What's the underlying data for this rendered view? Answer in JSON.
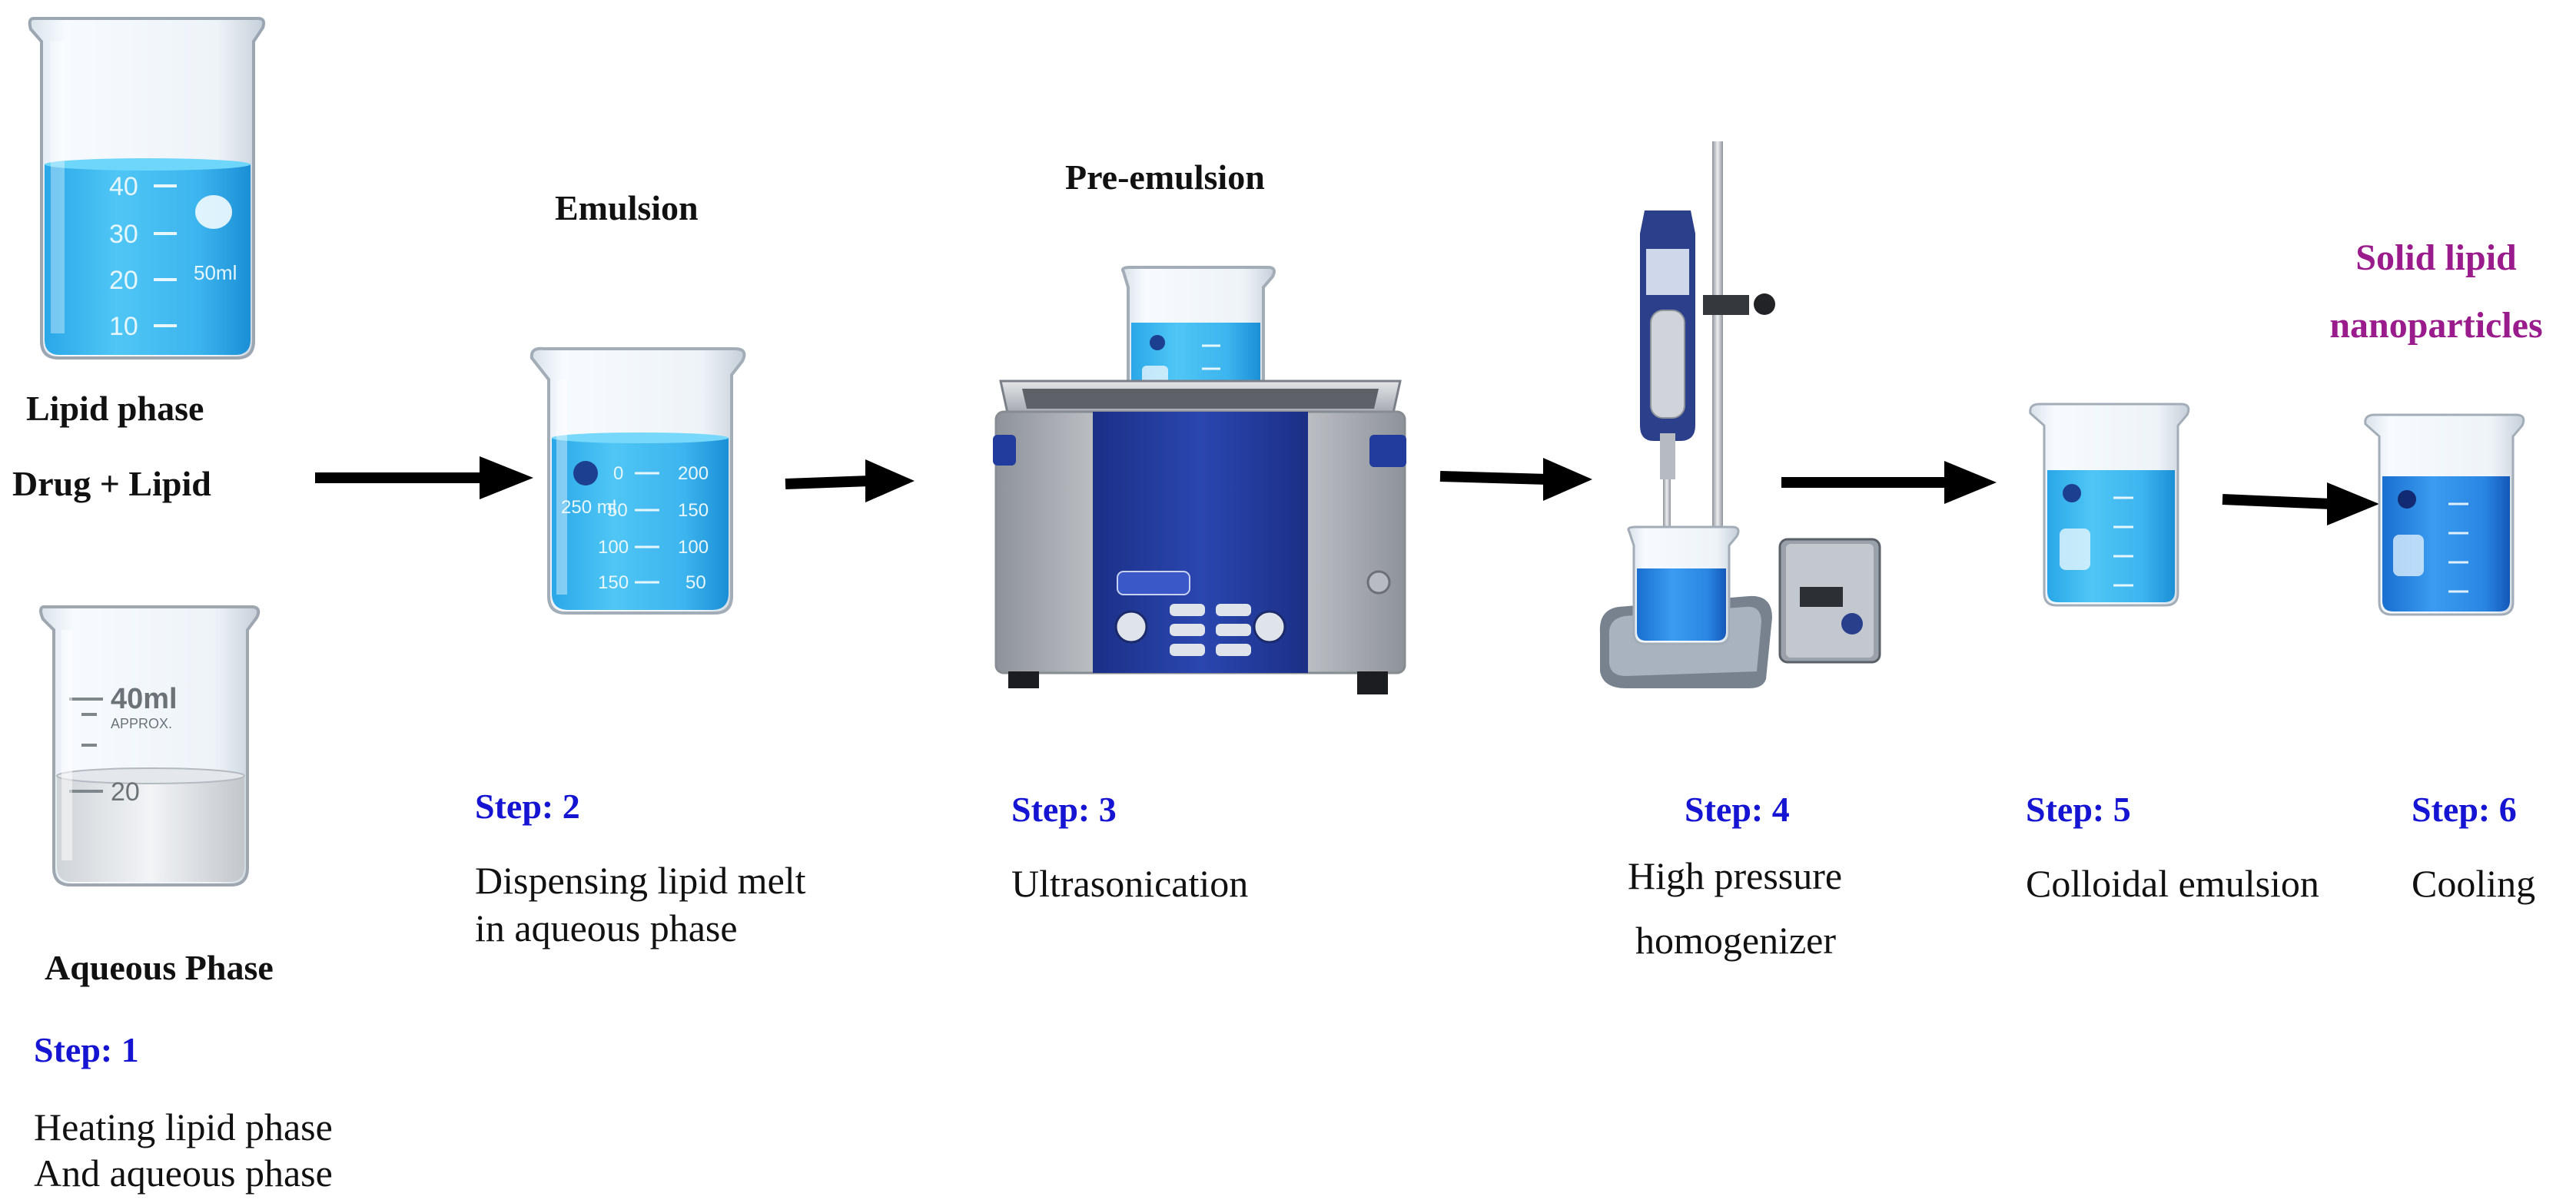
{
  "phases": {
    "lipid_title": "Lipid phase",
    "lipid_subtitle": "Drug + Lipid",
    "aqueous_title": "Aqueous Phase"
  },
  "stage_titles": {
    "emulsion": "Emulsion",
    "pre_emulsion": "Pre-emulsion",
    "product_line1": "Solid lipid",
    "product_line2": "nanoparticles"
  },
  "steps": [
    {
      "label": "Step: 1",
      "desc_lines": [
        "Heating lipid phase",
        "And aqueous phase"
      ]
    },
    {
      "label": "Step: 2",
      "desc_lines": [
        "Dispensing lipid melt",
        "in aqueous phase"
      ]
    },
    {
      "label": "Step: 3",
      "desc_lines": [
        "Ultrasonication"
      ]
    },
    {
      "label": "Step: 4",
      "desc_lines": [
        "High pressure",
        "homogenizer"
      ]
    },
    {
      "label": "Step: 5",
      "desc_lines": [
        "Colloidal emulsion"
      ]
    },
    {
      "label": "Step: 6",
      "desc_lines": [
        "Cooling"
      ]
    }
  ],
  "beaker_markings": {
    "lipid_beaker": [
      "40",
      "30",
      "20",
      "10",
      "50ml"
    ],
    "aqueous_beaker": [
      "40ml",
      "APPROX.",
      "20"
    ],
    "emulsion_beaker": [
      "250 ml",
      "0",
      "50",
      "100",
      "150",
      "200",
      "150",
      "100",
      "50"
    ]
  },
  "colors": {
    "step_blue": "#1414d2",
    "product_purple": "#9a1c8c",
    "liquid_blue": "#1f9fe0",
    "machine_blue": "#1f3d9c",
    "arrow": "#000000"
  },
  "icons": [
    "lipid-beaker-icon",
    "aqueous-beaker-icon",
    "emulsion-beaker-icon",
    "ultrasonic-bath-icon",
    "homogenizer-icon",
    "colloid-beaker-icon",
    "nanoparticle-beaker-icon",
    "arrow-icon"
  ]
}
